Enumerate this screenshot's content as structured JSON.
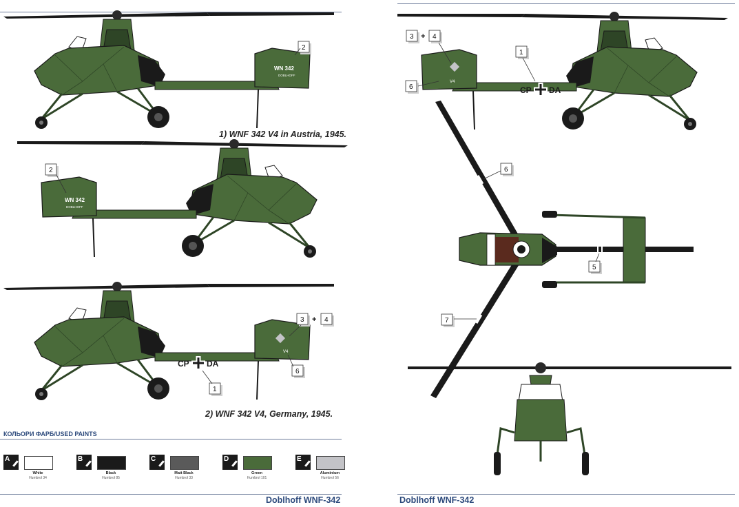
{
  "colors": {
    "olive": "#4a6b3a",
    "olive_dark": "#2e4526",
    "black": "#1a1a1a",
    "matt_black": "#5a5a5a",
    "green": "#4a6b3a",
    "aluminium": "#c3c3c7",
    "rule": "#6b7a99",
    "heading": "#2d4a7c"
  },
  "captions": {
    "austria": "1) WNF 342 V4 in Austria, 1945.",
    "germany": "2) WNF 342 V4, Germany, 1945."
  },
  "markings": {
    "austria_code": "WN 342",
    "austria_sub": "DOBLHOFF",
    "germany_code_left": "CP",
    "germany_code_right": "DA",
    "tail_code": "V4"
  },
  "markers": {
    "one": "1",
    "two": "2",
    "three": "3",
    "four": "4",
    "five": "5",
    "six": "6",
    "seven": "7",
    "plus": "+"
  },
  "paints": {
    "heading": "КОЛЬОРИ ФАРБ/USED PAINTS",
    "items": [
      {
        "letter": "A",
        "name": "White",
        "code": "Humbrol 34",
        "color": "#ffffff"
      },
      {
        "letter": "B",
        "name": "Black",
        "code": "Humbrol 85",
        "color": "#1a1a1a"
      },
      {
        "letter": "C",
        "name": "Matt Black",
        "code": "Humbrol 33",
        "color": "#5a5a5a"
      },
      {
        "letter": "D",
        "name": "Green",
        "code": "Humbrol 101",
        "color": "#4a6b3a"
      },
      {
        "letter": "E",
        "name": "Aluminium",
        "code": "Humbrol 56",
        "color": "#c3c3c7"
      }
    ]
  },
  "footer": {
    "left_title": "Doblhoff WNF-342",
    "right_title": "Doblhoff WNF-342"
  }
}
